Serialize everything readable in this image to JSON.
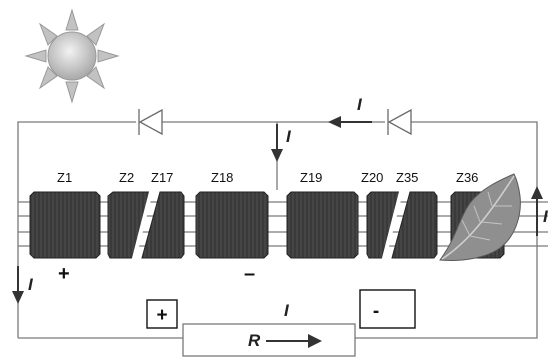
{
  "cells": {
    "z1": "Z1",
    "z2": "Z2",
    "z17": "Z17",
    "z18": "Z18",
    "z19": "Z19",
    "z20": "Z20",
    "z35": "Z35",
    "z36": "Z36"
  },
  "current": {
    "top_right": "I",
    "top_center": "I",
    "right_side": "I",
    "left_side": "I",
    "load": "I"
  },
  "polarity": {
    "module_plus": "+",
    "module_minus": "–",
    "box_plus": "+",
    "box_minus": "-"
  },
  "load": {
    "label": "R"
  },
  "icons": {
    "sun": "sun-icon",
    "leaf": "leaf-icon",
    "diode": "diode-icon"
  },
  "colors": {
    "wire": "#7a7a7a",
    "cell": "#3b3b3b",
    "leaf": "#8a8a8a",
    "sun_rays": "#bdbdbd",
    "sun_core": "#c8c8c8"
  }
}
